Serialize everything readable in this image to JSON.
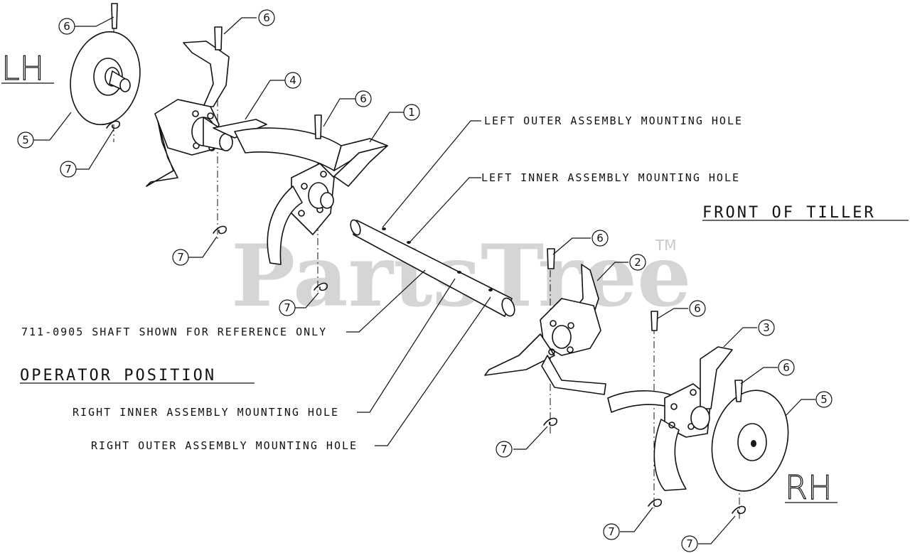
{
  "labels": {
    "left_side": "LH",
    "right_side": "RH",
    "front": "FRONT OF TILLER",
    "operator": "OPERATOR POSITION",
    "left_outer_hole": "LEFT OUTER ASSEMBLY MOUNTING HOLE",
    "left_inner_hole": "LEFT INNER ASSEMBLY MOUNTING HOLE",
    "shaft_note": "711-0905 SHAFT SHOWN FOR REFERENCE ONLY",
    "right_inner_hole": "RIGHT INNER ASSEMBLY MOUNTING HOLE",
    "right_outer_hole": "RIGHT OUTER ASSEMBLY MOUNTING HOLE"
  },
  "watermark": {
    "text": "PartsTree",
    "mark": "TM"
  },
  "callouts": [
    "1",
    "2",
    "3",
    "4",
    "5",
    "6",
    "7"
  ]
}
